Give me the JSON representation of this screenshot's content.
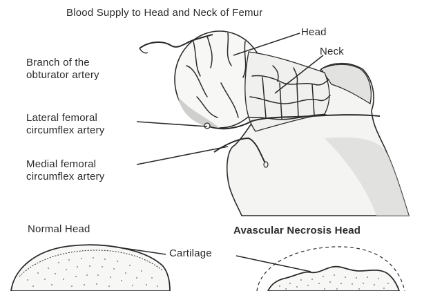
{
  "title": "Blood Supply to Head and Neck of Femur",
  "labels": {
    "head": "Head",
    "neck": "Neck",
    "obturator_line1": "Branch of the",
    "obturator_line2": "obturator artery",
    "lateral_line1": "Lateral femoral",
    "lateral_line2": "circumflex artery",
    "medial_line1": "Medial femoral",
    "medial_line2": "circumflex artery",
    "normal_head": "Normal Head",
    "avascular_head": "Avascular Necrosis Head",
    "cartilage": "Cartilage"
  },
  "colors": {
    "ink": "#2a2a2a",
    "bone_fill": "#f4f4f2",
    "shadow": "#bdbdbd"
  }
}
